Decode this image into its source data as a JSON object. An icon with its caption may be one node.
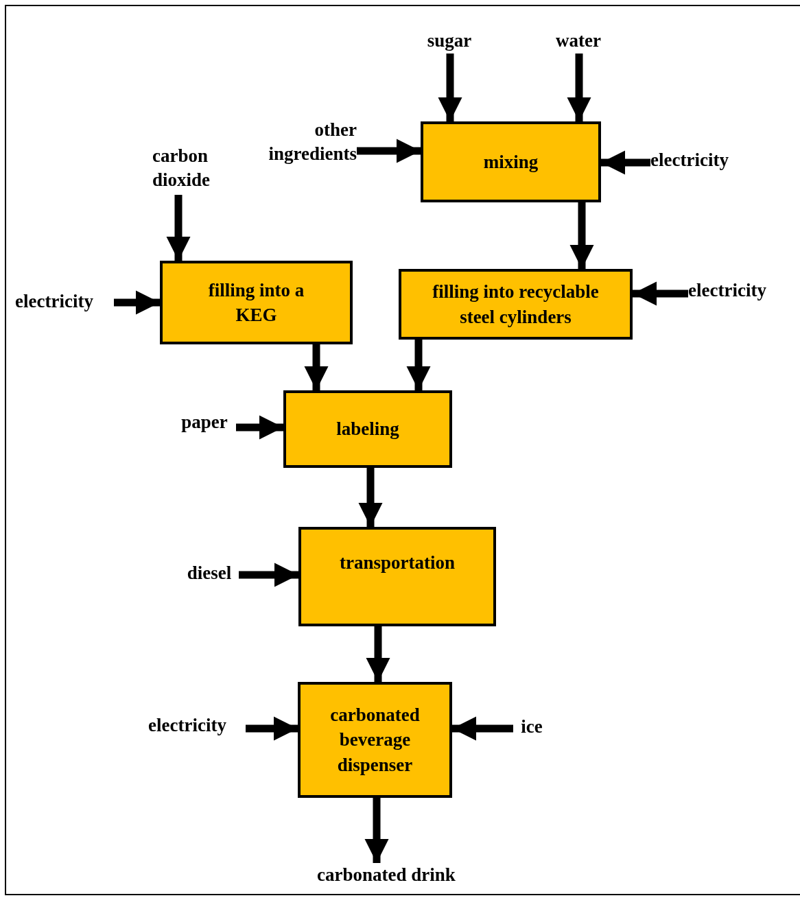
{
  "diagram": {
    "nodes": [
      {
        "text": [
          "sugar"
        ]
      },
      {
        "text": [
          "water"
        ]
      },
      {
        "text": [
          "other ingredients"
        ]
      },
      {
        "text": [
          "mixing"
        ]
      },
      {
        "text": [
          "electricity"
        ]
      },
      {
        "text": [
          "carbon dioxide"
        ]
      },
      {
        "text": [
          "filling into a KEG"
        ]
      },
      {
        "text": [
          "electricity"
        ]
      },
      {
        "text": [
          "filling into recyclable steel cylinders"
        ]
      },
      {
        "text": [
          "electricity"
        ]
      },
      {
        "text": [
          "paper"
        ]
      },
      {
        "text": [
          "labeling"
        ]
      },
      {
        "text": [
          "diesel"
        ]
      },
      {
        "text": [
          "transportation"
        ]
      },
      {
        "text": [
          "electricity"
        ]
      },
      {
        "text": [
          "carbonated beverage dispenser"
        ]
      },
      {
        "text": [
          "ice"
        ]
      },
      {
        "text": [
          "carbonated drink"
        ]
      }
    ],
    "edges": [
      {
        "from": 0,
        "to": 3,
        "arrow": "to"
      },
      {
        "from": 1,
        "to": 3,
        "arrow": "to"
      },
      {
        "from": 2,
        "to": 3,
        "arrow": "to"
      },
      {
        "from": 4,
        "to": 3,
        "arrow": "to"
      },
      {
        "from": 3,
        "to": 8,
        "arrow": "to"
      },
      {
        "from": 5,
        "to": 6,
        "arrow": "to"
      },
      {
        "from": 7,
        "to": 6,
        "arrow": "to"
      },
      {
        "from": 9,
        "to": 8,
        "arrow": "to"
      },
      {
        "from": 6,
        "to": 11,
        "arrow": "to"
      },
      {
        "from": 8,
        "to": 11,
        "arrow": "to"
      },
      {
        "from": 10,
        "to": 11,
        "arrow": "to"
      },
      {
        "from": 11,
        "to": 13,
        "arrow": "to"
      },
      {
        "from": 12,
        "to": 13,
        "arrow": "to"
      },
      {
        "from": 13,
        "to": 15,
        "arrow": "to"
      },
      {
        "from": 14,
        "to": 15,
        "arrow": "to"
      },
      {
        "from": 16,
        "to": 15,
        "arrow": "to"
      },
      {
        "from": 15,
        "to": 17,
        "arrow": "to"
      }
    ]
  }
}
